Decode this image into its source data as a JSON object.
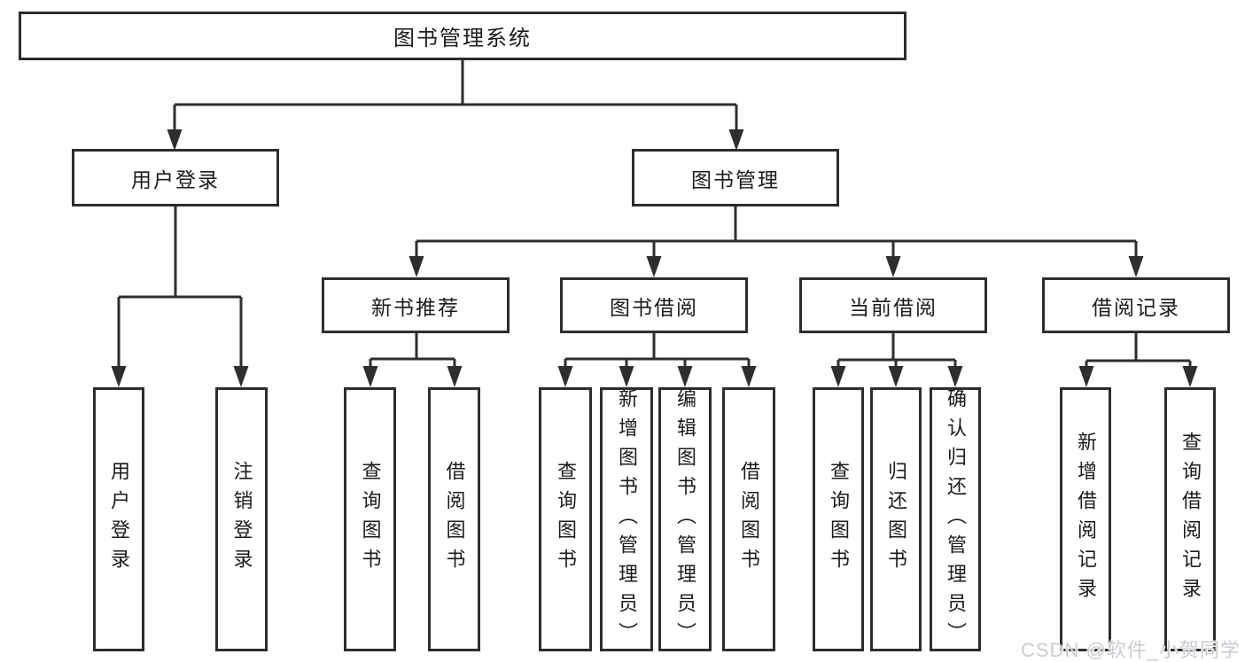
{
  "nodes": {
    "root": "图书管理系统",
    "user_login": "用户登录",
    "book_mgmt": "图书管理",
    "new_book_rec": "新书推荐",
    "book_borrow": "图书借阅",
    "current_borrow": "当前借阅",
    "borrow_records": "借阅记录",
    "leaf_user_login": "用户登录",
    "leaf_logout": "注销登录",
    "leaf_query_books_rec": "查询图书",
    "leaf_borrow_books_rec": "借阅图书",
    "leaf_query_books_borrow": "查询图书",
    "leaf_add_books": "新增图书（管理员）",
    "leaf_edit_books": "编辑图书（管理员）",
    "leaf_borrow_books": "借阅图书",
    "leaf_query_books_current": "查询图书",
    "leaf_return_books": "归还图书",
    "leaf_confirm_return": "确认归还（管理员）",
    "leaf_add_borrow_record": "新增借阅记录",
    "leaf_query_borrow_record": "查询借阅记录"
  },
  "watermark": "CSDN @软件_小贺同学"
}
